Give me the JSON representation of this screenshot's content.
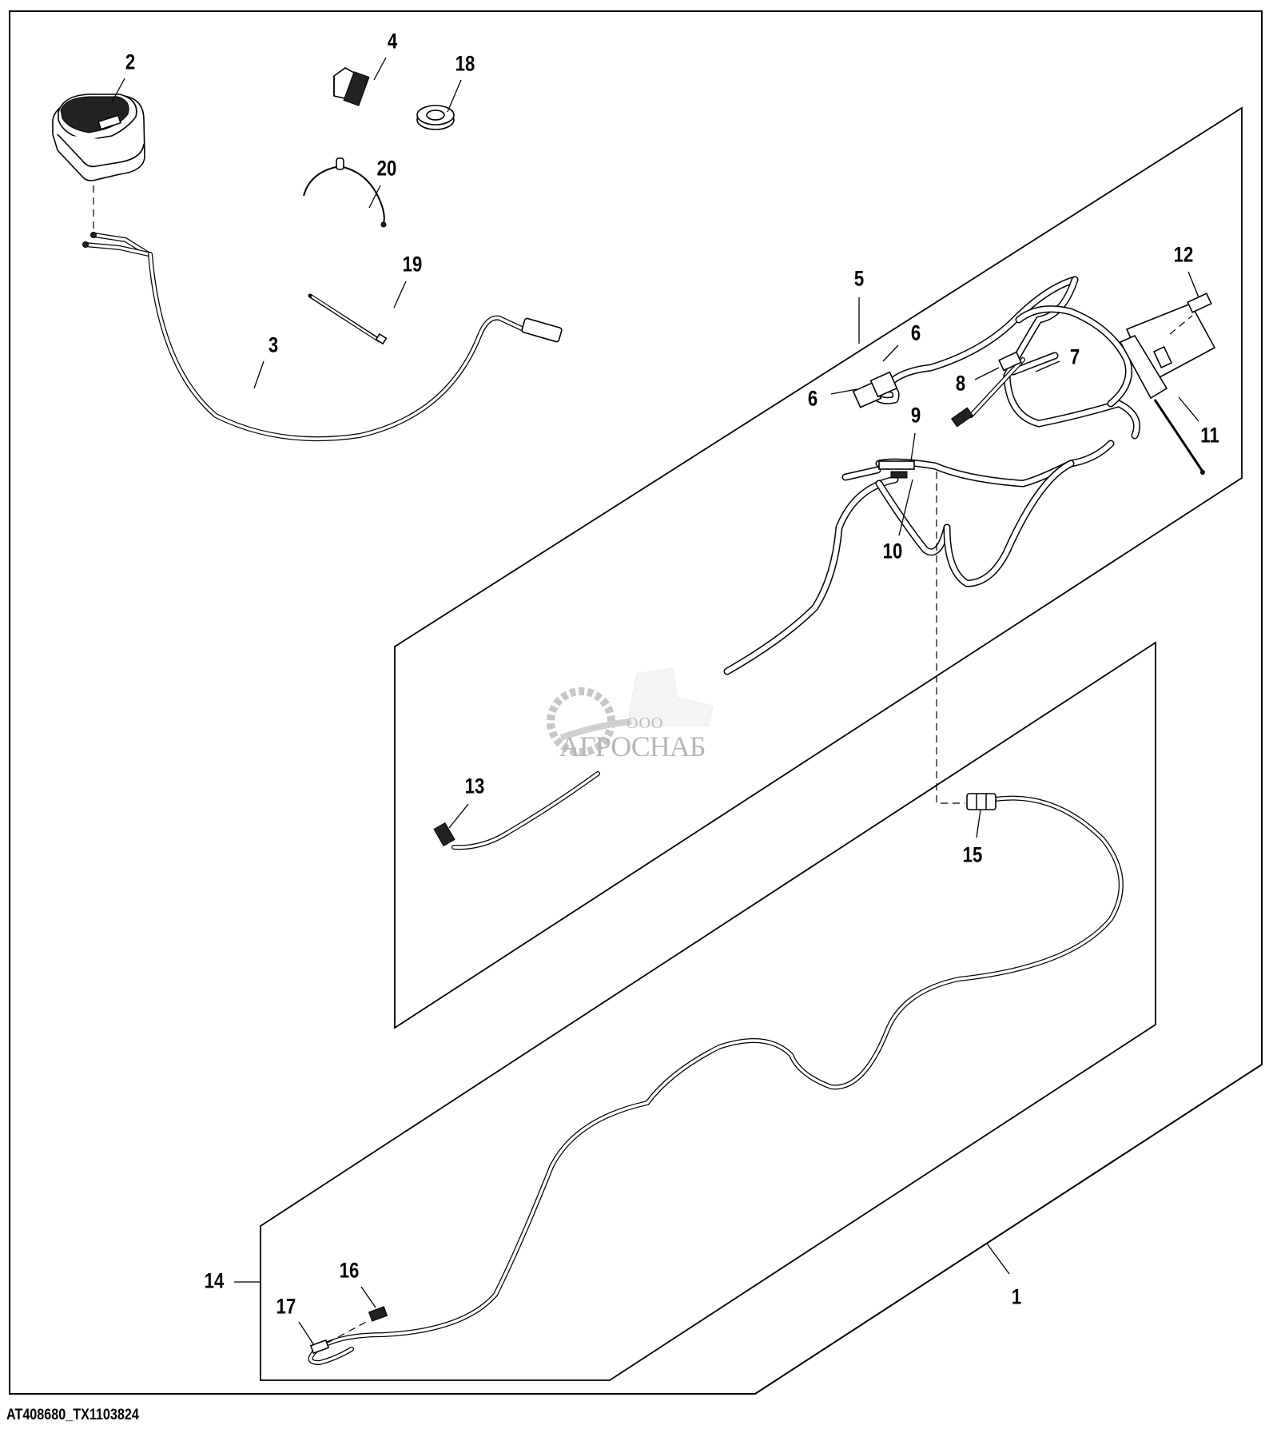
{
  "figure": {
    "id_label": "AT408680_TX1103824",
    "type": "exploded parts diagram",
    "watermark": {
      "prefix": "ООО",
      "name": "АГРОСНАБ"
    }
  },
  "callouts": [
    {
      "num": "1",
      "part": "harness-assembly-panel"
    },
    {
      "num": "2",
      "part": "foot-pedal-switch"
    },
    {
      "num": "3",
      "part": "pedal-harness"
    },
    {
      "num": "4",
      "part": "connector"
    },
    {
      "num": "5",
      "part": "main-wiring-harness"
    },
    {
      "num": "6",
      "part": "connector-upper"
    },
    {
      "num": "6",
      "part": "connector-lower"
    },
    {
      "num": "7",
      "part": "harness-branch"
    },
    {
      "num": "8",
      "part": "connector-plug"
    },
    {
      "num": "9",
      "part": "connector-clip"
    },
    {
      "num": "10",
      "part": "clip-fastener"
    },
    {
      "num": "11",
      "part": "control-module-bracket"
    },
    {
      "num": "12",
      "part": "module-plug"
    },
    {
      "num": "13",
      "part": "harness-end-connector"
    },
    {
      "num": "14",
      "part": "extension-harness"
    },
    {
      "num": "15",
      "part": "extension-connector"
    },
    {
      "num": "16",
      "part": "terminal-clip"
    },
    {
      "num": "17",
      "part": "terminal-end"
    },
    {
      "num": "18",
      "part": "grommet"
    },
    {
      "num": "19",
      "part": "cable-tie"
    },
    {
      "num": "20",
      "part": "push-mount-tie"
    }
  ]
}
